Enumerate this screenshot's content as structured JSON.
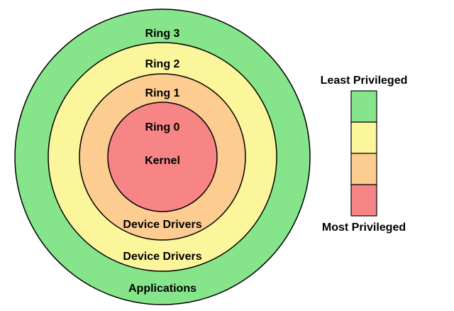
{
  "rings": [
    {
      "id": "ring3",
      "title": "Ring 3",
      "role": "Applications",
      "color": "#86e58a"
    },
    {
      "id": "ring2",
      "title": "Ring 2",
      "role": "Device Drivers",
      "color": "#fbf59b"
    },
    {
      "id": "ring1",
      "title": "Ring 1",
      "role": "Device Drivers",
      "color": "#fdcc91"
    },
    {
      "id": "ring0",
      "title": "Ring 0",
      "role": "Kernel",
      "color": "#f88585"
    }
  ],
  "legend": {
    "top_label": "Least Privileged",
    "bottom_label": "Most Privileged",
    "swatches": [
      "#86e58a",
      "#fbf59b",
      "#fdcc91",
      "#f88585"
    ]
  },
  "colors": {
    "outline": "#000000"
  }
}
